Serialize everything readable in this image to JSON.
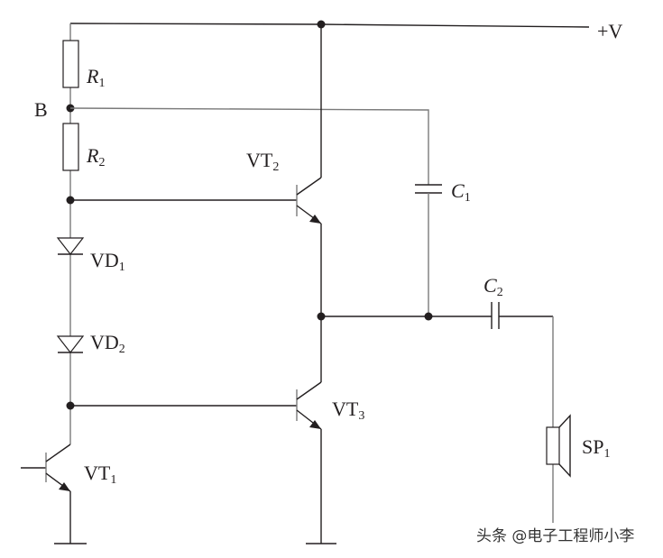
{
  "diagram": {
    "type": "circuit-schematic",
    "supply": {
      "label": "+V"
    },
    "node_b": {
      "label": "B"
    },
    "components": {
      "r1": {
        "name": "R",
        "sub": "1"
      },
      "r2": {
        "name": "R",
        "sub": "2"
      },
      "vd1": {
        "name": "VD",
        "sub": "1"
      },
      "vd2": {
        "name": "VD",
        "sub": "2"
      },
      "vt1": {
        "name": "VT",
        "sub": "1"
      },
      "vt2": {
        "name": "VT",
        "sub": "2"
      },
      "vt3": {
        "name": "VT",
        "sub": "3"
      },
      "c1": {
        "name": "C",
        "sub": "1"
      },
      "c2": {
        "name": "C",
        "sub": "2"
      },
      "sp1": {
        "name": "SP",
        "sub": "1"
      }
    }
  },
  "watermark": "头条 @电子工程师小李"
}
